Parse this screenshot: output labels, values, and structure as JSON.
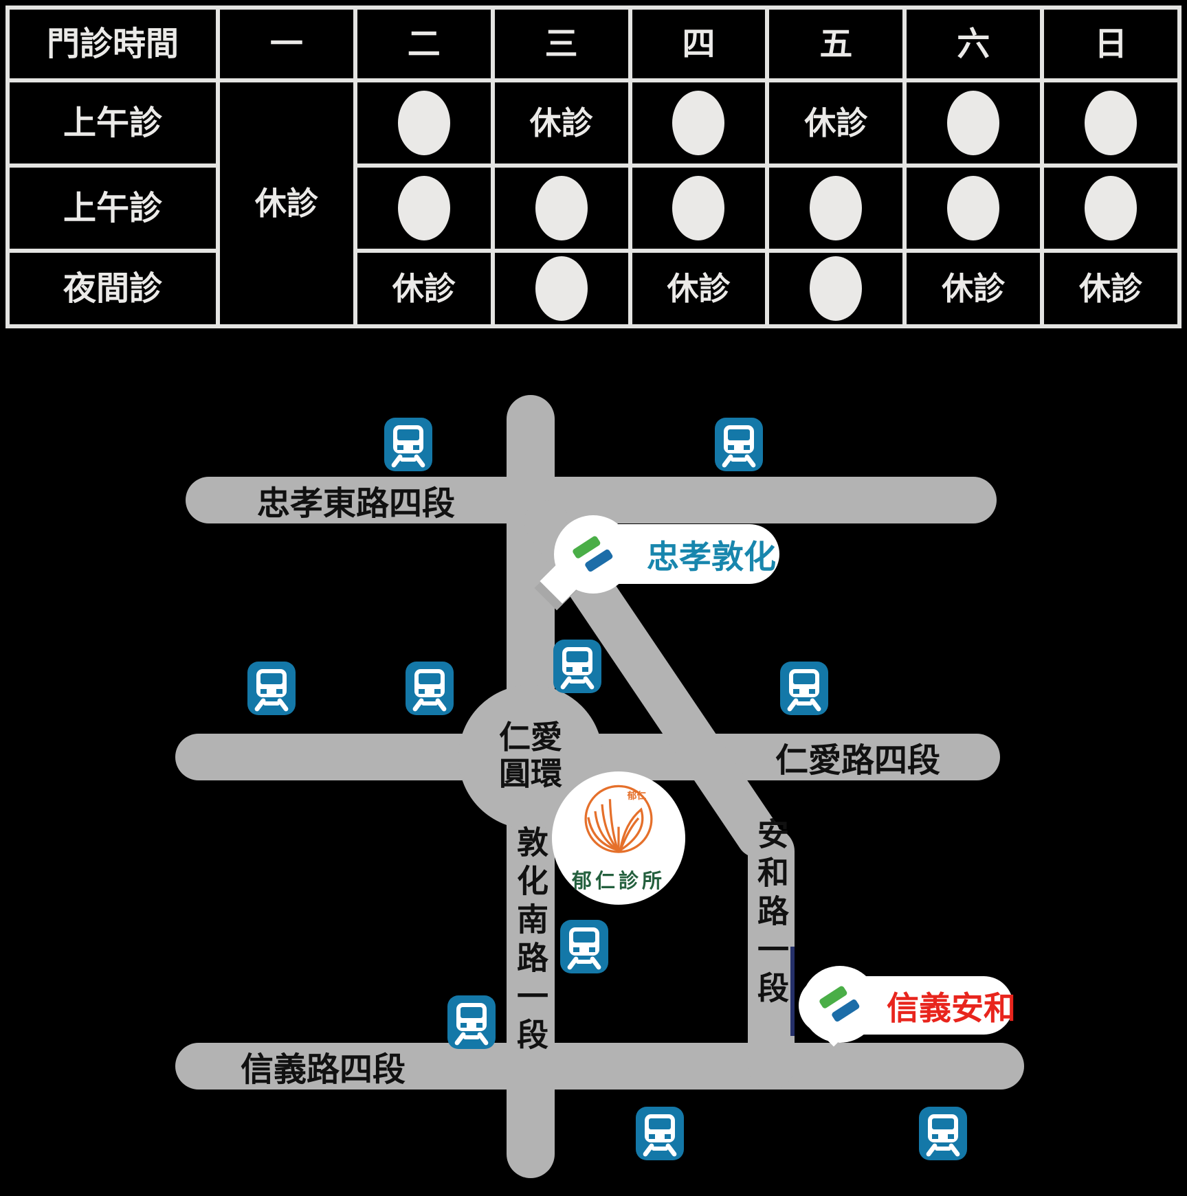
{
  "clinic_schedule": {
    "title": "門診時間",
    "days": [
      "一",
      "二",
      "三",
      "四",
      "五",
      "六",
      "日"
    ],
    "closed_label": "休診",
    "monday_closed_label": "休診",
    "rows": [
      {
        "label": "上午診",
        "cells": [
          "open",
          "closed",
          "open",
          "closed",
          "open",
          "open"
        ]
      },
      {
        "label": "上午診",
        "cells": [
          "open",
          "open",
          "open",
          "open",
          "open",
          "open"
        ]
      },
      {
        "label": "夜間診",
        "cells": [
          "closed",
          "open",
          "closed",
          "open",
          "closed",
          "closed"
        ]
      }
    ]
  },
  "map": {
    "roads": {
      "zhongxiao_e_rd": "忠孝東路四段",
      "renai_rd": "仁愛路四段",
      "renai_roundabout": "仁愛圓環",
      "dunhua_s_rd": "敦化南路一段",
      "anhe_rd": "安和路一段",
      "xinyi_rd": "信義路四段"
    },
    "stations": {
      "zhongxiao_dunhua": {
        "name": "忠孝敦化",
        "text_color": "#1886ad"
      },
      "xinyi_anhe": {
        "name": "信義安和",
        "text_color": "#e8251d"
      }
    },
    "clinic": {
      "name": "郁仁診所",
      "emblem_caption": "郁仁"
    },
    "icons": {
      "station_icon": "train-icon",
      "metro_logo": "taipei-metro-logo-icon"
    }
  },
  "colors": {
    "background": "#000000",
    "table_grid_line": "#e4e4e2",
    "table_text": "#ebeae8",
    "open_dot": "#eae9e7",
    "road_gray": "#b3b3b3",
    "road_label": "#111111",
    "mrt_icon_blue": "#1478a8",
    "metro_logo_green": "#4aae47",
    "metro_logo_blue": "#1c6da8",
    "clinic_orange": "#e5702b",
    "clinic_green": "#24603e",
    "metro_line_tick_navy": "#253069"
  }
}
